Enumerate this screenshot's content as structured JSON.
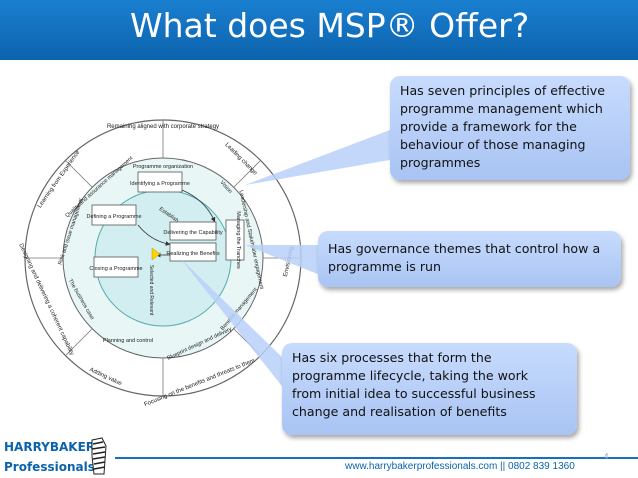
{
  "slide": {
    "title": "What does MSP® Offer?",
    "page_number": "4"
  },
  "diagram": {
    "outer_ring": [
      "Remaining aligned with corporate strategy",
      "Leading change",
      "Envisioning",
      "Focusing on the benefits and threats to them",
      "Adding value",
      "Designing and delivering a coherent capability",
      "Learning from Experience"
    ],
    "themes_ring": [
      "Programme organization",
      "Vision",
      "Leadership and Stakeholder engagement",
      "Benefits management",
      "Blueprint design and delivery",
      "Planning and control",
      "The business case",
      "Risk and issue management",
      "Quality and assurance management"
    ],
    "processes": [
      "Identifying a Programme",
      "Defining a Programme",
      "Managing the Tranches",
      "Delivering the Capability",
      "Realizing the Benefits",
      "Closing a Programme"
    ],
    "arrows": [
      "Establish",
      "Selected and Relevant"
    ]
  },
  "callouts": [
    {
      "lines": [
        "Has seven principles of effective",
        "programme management which",
        "provide a framework for the",
        "behaviour of those managing",
        "programmes"
      ]
    },
    {
      "lines": [
        "Has governance themes that control how a",
        "programme is run"
      ]
    },
    {
      "lines": [
        "Has six processes that form the",
        "programme lifecycle, taking the work",
        "from initial idea to successful business",
        "change and realisation of benefits"
      ]
    }
  ],
  "footer": {
    "logo_line1": "HARRYBAKER",
    "logo_line2": "Professionals",
    "contact": "www.harrybakerprofessionals.com   || 0802 839 1360"
  },
  "colors": {
    "title_bar": "#1570c0",
    "callout": "#b8d0f9",
    "ring": "#e3f4f4"
  }
}
